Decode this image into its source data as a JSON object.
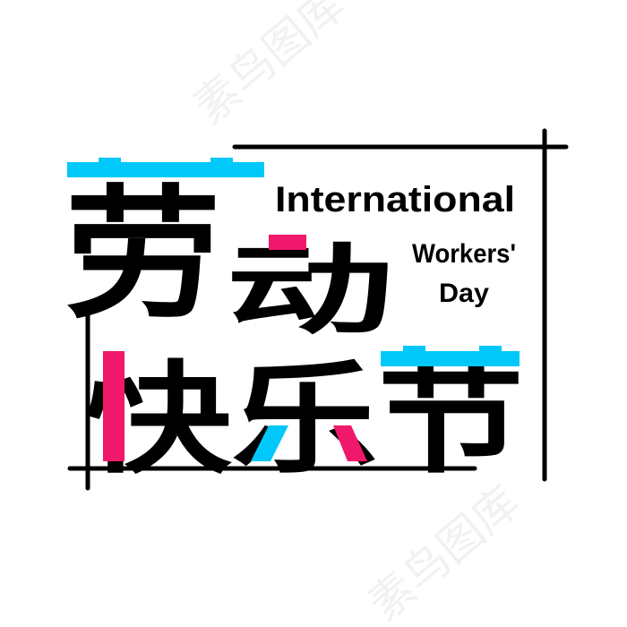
{
  "title_cn": {
    "line1": [
      "劳",
      "动"
    ],
    "line2": [
      "快",
      "乐",
      "节"
    ]
  },
  "title_en": {
    "line1": "International",
    "line2": "Workers'",
    "line3": "Day"
  },
  "watermark": "素鸟图库",
  "colors": {
    "text": "#000000",
    "accent_blue": "#00c8f8",
    "accent_pink": "#f0186a",
    "frame": "#000000"
  }
}
